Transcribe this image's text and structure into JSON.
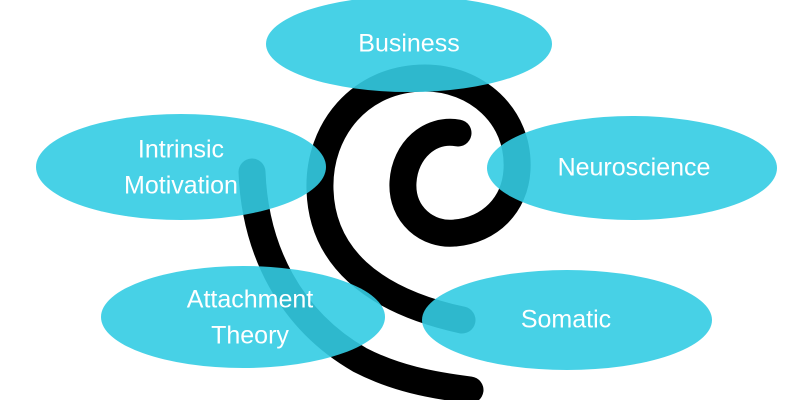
{
  "diagram": {
    "type": "concept-map",
    "colors": {
      "node_fill": "#33cce3",
      "node_text": "#ffffff",
      "spiral": "#000000",
      "background": "#ffffff"
    },
    "center_icon": "spiral-icon",
    "nodes": [
      {
        "id": "business",
        "lines": [
          "Business"
        ]
      },
      {
        "id": "intrinsic-motivation",
        "lines": [
          "Intrinsic",
          "Motivation"
        ]
      },
      {
        "id": "neuroscience",
        "lines": [
          "Neuroscience"
        ]
      },
      {
        "id": "attachment-theory",
        "lines": [
          "Attachment",
          "Theory"
        ]
      },
      {
        "id": "somatic",
        "lines": [
          "Somatic"
        ]
      }
    ]
  }
}
